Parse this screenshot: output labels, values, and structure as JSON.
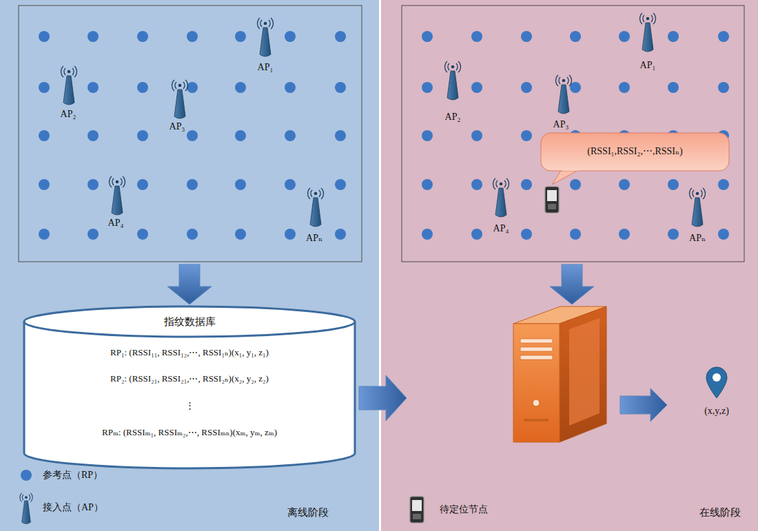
{
  "diagram": {
    "nodes": [
      {
        "text": [
          "离线阶段"
        ]
      },
      {
        "text": [
          "在线阶段"
        ]
      },
      {
        "text": [
          "指纹数据库",
          "RP₁: (RSSI₁₁, RSSI₁₂,⋯, RSSI₁ₙ)(x₁, y₁, z₁)",
          "RP₂: (RSSI₂₁, RSSI₂₁,⋯, RSSI₂ₙ)(x₂, y₂, z₂)",
          "⋮",
          "RPₘ: (RSSIₘ₁, RSSIₘ₂,⋯, RSSIₘₙ)(xₘ, yₘ, zₘ)"
        ],
        "in": 0
      },
      {
        "text": [
          "(RSSI₁,RSSI₂,⋯,RSSIₙ)"
        ],
        "in": 1
      },
      {
        "text": [
          "(x,y,z)"
        ],
        "in": 1
      }
    ],
    "labels": [
      "AP₁",
      "AP₂",
      "AP₃",
      "AP₄",
      "APₙ",
      "AP₁",
      "AP₂",
      "AP₃",
      "AP₄",
      "APₙ"
    ],
    "legend": [
      {
        "text": "参考点（RP）",
        "color": "#3d77c4"
      },
      {
        "text": "接入点（AP）"
      },
      {
        "text": "待定位节点"
      }
    ]
  }
}
